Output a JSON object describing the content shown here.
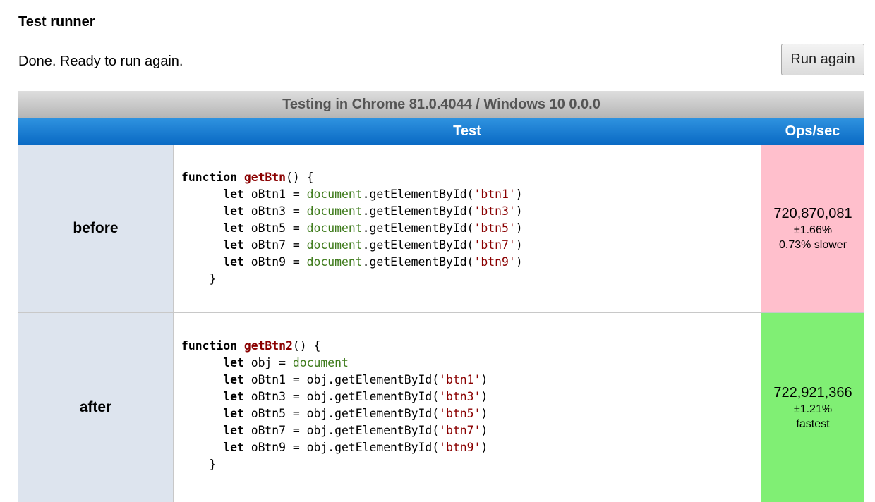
{
  "page": {
    "title": "Test runner",
    "status": "Done. Ready to run again.",
    "run_button": "Run again"
  },
  "table": {
    "env": "Testing in Chrome 81.0.4044 / Windows 10 0.0.0",
    "col_test": "Test",
    "col_ops": "Ops/sec",
    "rows": [
      {
        "name": "before",
        "ops": "720,870,081",
        "rme": "±1.66%",
        "rank": "0.73% slower",
        "status_color": "#ffbfcc",
        "code": [
          "function getBtn() {",
          "let oBtn1 = document.getElementById('btn1')",
          "let oBtn3 = document.getElementById('btn3')",
          "let oBtn5 = document.getElementById('btn5')",
          "let oBtn7 = document.getElementById('btn7')",
          "let oBtn9 = document.getElementById('btn9')",
          "}"
        ]
      },
      {
        "name": "after",
        "ops": "722,921,366",
        "rme": "±1.21%",
        "rank": "fastest",
        "status_color": "#80ef74",
        "code": [
          "function getBtn2() {",
          "let obj = document",
          "let oBtn1 = obj.getElementById('btn1')",
          "let oBtn3 = obj.getElementById('btn3')",
          "let oBtn5 = obj.getElementById('btn5')",
          "let oBtn7 = obj.getElementById('btn7')",
          "let oBtn9 = obj.getElementById('btn9')",
          "}"
        ]
      }
    ]
  }
}
